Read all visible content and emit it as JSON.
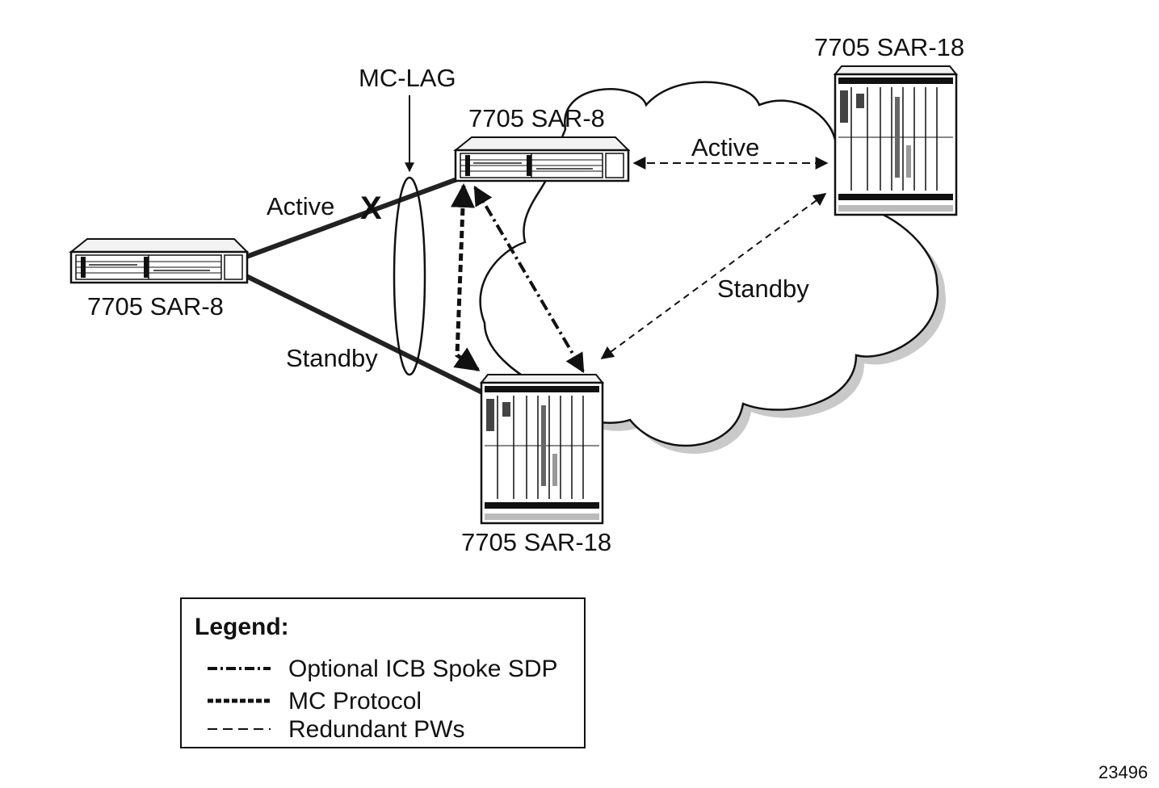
{
  "nodes": {
    "left_sar8": "7705 SAR-8",
    "top_sar8": "7705 SAR-8",
    "bottom_sar18": "7705 SAR-18",
    "right_sar18": "7705 SAR-18"
  },
  "links": {
    "mc_lag": "MC-LAG",
    "left_active": "Active",
    "left_standby": "Standby",
    "pw_active": "Active",
    "pw_standby": "Standby",
    "failure_mark": "X"
  },
  "legend": {
    "title": "Legend:",
    "items": [
      {
        "line_style": "dash-dot",
        "label": "Optional ICB Spoke SDP"
      },
      {
        "line_style": "heavy-dashed",
        "label": "MC Protocol"
      },
      {
        "line_style": "dashed",
        "label": "Redundant PWs"
      }
    ]
  },
  "figure_number": "23496"
}
